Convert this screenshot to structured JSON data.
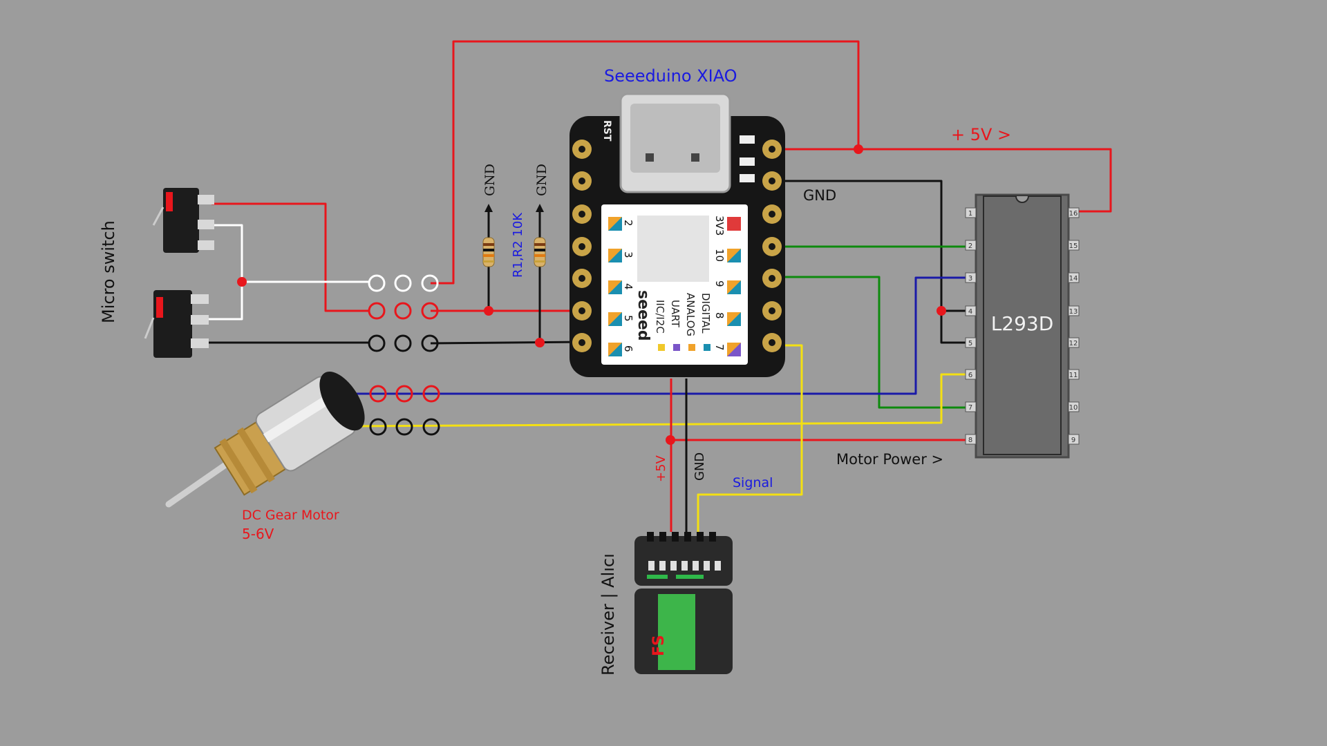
{
  "labels": {
    "board_title": "Seeeduino XIAO",
    "plus5v_right": "+ 5V >",
    "gnd_right": "GND",
    "motor_power": "Motor Power >",
    "micro_switch": "Micro switch",
    "resistors": "R1,R2 10K",
    "gnd_r1": "GND",
    "gnd_r2": "GND",
    "plus5v_receiver": "+5V",
    "gnd_receiver": "GND",
    "signal": "Signal",
    "motor_name": "DC Gear Motor",
    "motor_voltage": "5-6V",
    "receiver": "Receiver | Alıcı",
    "ic_name": "L293D"
  },
  "board": {
    "rst": "RST",
    "pins_left": [
      "2",
      "3",
      "4",
      "5",
      "6"
    ],
    "pins_right": [
      "3V3",
      "10",
      "9",
      "8",
      "7"
    ],
    "brand": "seeed",
    "legend": [
      "IIC/I2C",
      "UART",
      "ANALOG",
      "DIGITAL"
    ]
  },
  "ic": {
    "pins_left": [
      "1",
      "2",
      "3",
      "4",
      "5",
      "6",
      "7",
      "8"
    ],
    "pins_right": [
      "16",
      "15",
      "14",
      "13",
      "12",
      "11",
      "10",
      "9"
    ]
  },
  "colors": {
    "background": "#9c9c9c",
    "wire_red": "#e8161c",
    "wire_black": "#111111",
    "wire_blue": "#1a1aa8",
    "wire_green": "#0d8a0d",
    "wire_yellow": "#f4e012",
    "wire_white": "#ffffff",
    "label_blue": "#1a1ae0",
    "label_red": "#e8161c",
    "ic_body": "#6b6b6b"
  }
}
